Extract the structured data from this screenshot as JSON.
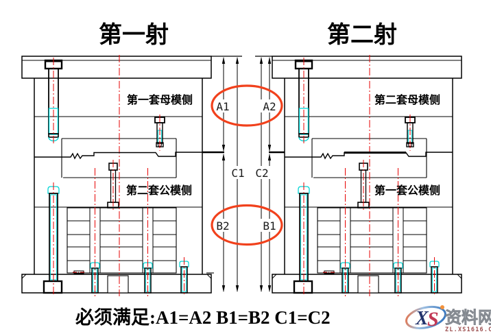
{
  "diagram": {
    "left_title": "第一射",
    "right_title": "第二射",
    "left_mold": {
      "cavity_label": "第一套母模侧",
      "core_label": "第二套公模侧"
    },
    "right_mold": {
      "cavity_label": "第二套母模侧",
      "core_label": "第一套公模侧"
    },
    "dimensions": {
      "left_upper": "A1",
      "right_upper": "A2",
      "left_full": "C1",
      "right_full": "C2",
      "left_lower": "B2",
      "right_lower": "B1"
    },
    "requirement": "必须满足:A1=A2 B1=B2 C1=C2"
  },
  "watermark": {
    "letter_x": "X",
    "letter_s": "S",
    "site_name": "资料网",
    "site_url": "ZL.XS1616.COM"
  },
  "colors": {
    "line_black": "#000000",
    "centerline_red": "#e60000",
    "bolt_cyan": "#00d5d5",
    "highlight_ellipse": "#f1411c",
    "logo_navy": "#23346d",
    "logo_crimson": "#c23a56",
    "logo_silver": "#a8adb4",
    "logo_maroon": "#9c4f4f"
  }
}
